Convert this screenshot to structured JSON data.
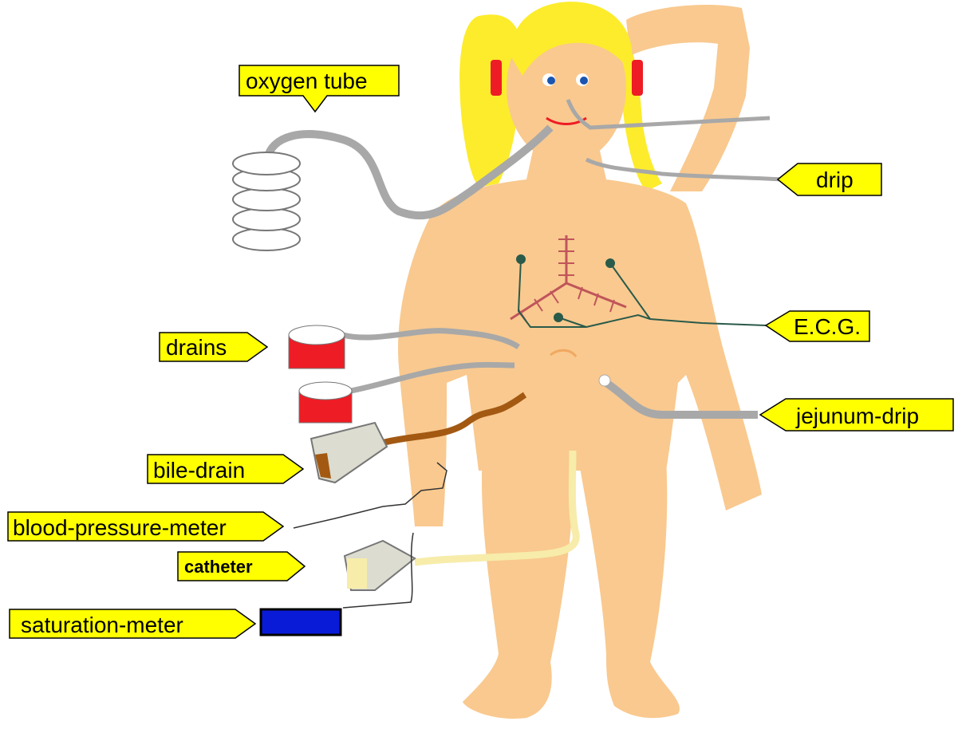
{
  "labels": {
    "oxygen_tube": "oxygen tube",
    "drip": "drip",
    "ecg": "E.C.G.",
    "drains": "drains",
    "jejunum_drip": "jejunum-drip",
    "bile_drain": "bile-drain",
    "blood_pressure_meter": "blood-pressure-meter",
    "catheter": "catheter",
    "saturation_meter": "saturation-meter"
  },
  "colors": {
    "skin": "#f9c98f",
    "hair": "#fcec2c",
    "hair_tie": "#ee1c24",
    "label_fill": "#ffff00",
    "tube": "#a8a8a8",
    "drain_container": "#ee1c24",
    "bile": "#a35912",
    "urine": "#f7ecaa",
    "ecg_wire": "#2a5a4a",
    "monitor": "#0a1bd8",
    "eyes": "#1a55b0"
  }
}
